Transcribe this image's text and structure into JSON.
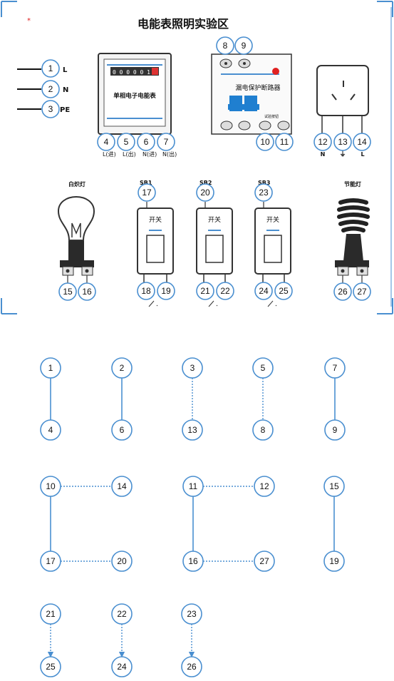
{
  "title": "电能表照明实验区",
  "colors": {
    "accent": "#4a8fd0",
    "ink": "#111111",
    "red": "#e02020"
  },
  "line_labels": {
    "l": "L",
    "n": "N",
    "pe": "PE"
  },
  "meter": {
    "name": "单相电子电能表",
    "display": "0 0 0 0 0 1",
    "terminal_labels": [
      "L(进)",
      "L(出)",
      "N(进)",
      "N(出)"
    ]
  },
  "breaker": {
    "name": "漏电保护断路器",
    "test_label": "试验按钮"
  },
  "socket": {
    "terminal_labels": [
      "N",
      "⏚",
      "L"
    ]
  },
  "incandescent": {
    "label": "白炽灯"
  },
  "energy_saving": {
    "label": "节能灯"
  },
  "switches": [
    {
      "code": "SB1",
      "face": "开关"
    },
    {
      "code": "SB2",
      "face": "开关"
    },
    {
      "code": "SB3",
      "face": "开关"
    }
  ],
  "nodes": {
    "n1": "1",
    "n2": "2",
    "n3": "3",
    "n4": "4",
    "n5": "5",
    "n6": "6",
    "n7": "7",
    "n8": "8",
    "n9": "9",
    "n10": "10",
    "n11": "11",
    "n12": "12",
    "n13": "13",
    "n14": "14",
    "n15": "15",
    "n16": "16",
    "n17": "17",
    "n18": "18",
    "n19": "19",
    "n20": "20",
    "n21": "21",
    "n22": "22",
    "n23": "23",
    "n24": "24",
    "n25": "25",
    "n26": "26",
    "n27": "27"
  },
  "connections": {
    "c1": {
      "a": "1",
      "b": "4"
    },
    "c2": {
      "a": "2",
      "b": "6"
    },
    "c3": {
      "a": "3",
      "b": "13"
    },
    "c4": {
      "a": "5",
      "b": "8"
    },
    "c5": {
      "a": "7",
      "b": "9"
    },
    "c6": {
      "a": "10",
      "b": "14"
    },
    "c7": {
      "a": "11",
      "b": "12"
    },
    "c8": {
      "a": "15",
      "b": "19"
    },
    "c9": {
      "a": "17",
      "b": "20"
    },
    "c10": {
      "a": "16",
      "b": "27"
    },
    "c11": {
      "a": "21",
      "b": "25"
    },
    "c12": {
      "a": "22",
      "b": "24"
    },
    "c13": {
      "a": "23",
      "b": "26"
    }
  }
}
